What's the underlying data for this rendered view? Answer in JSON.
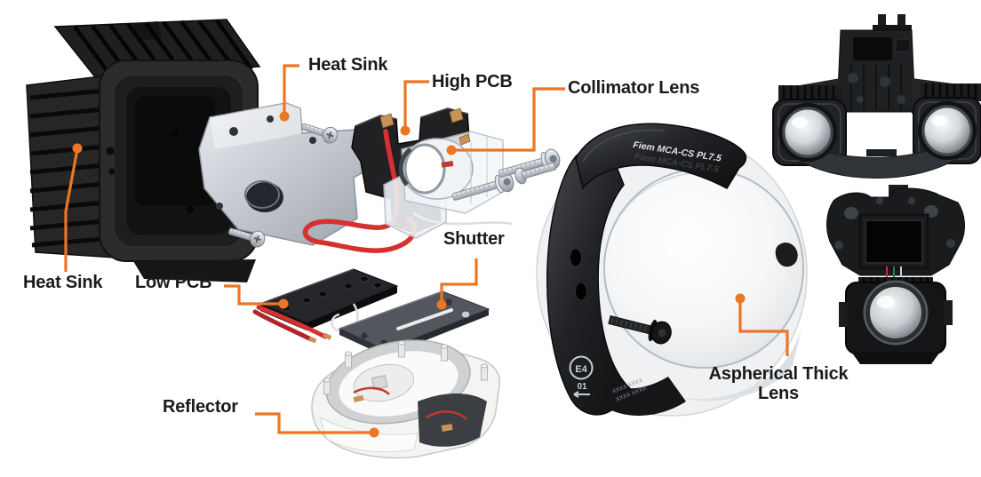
{
  "canvas": {
    "background": "#ffffff"
  },
  "labels": {
    "heat_sink_top": "Heat Sink",
    "high_pcb": "High PCB",
    "collimator_lens": "Collimator Lens",
    "shutter": "Shutter",
    "heat_sink_left": "Heat Sink",
    "low_pcb": "Low PCB",
    "reflector": "Reflector",
    "aspherical_line1": "Aspherical Thick",
    "aspherical_line2": "Lens"
  },
  "module_markings": {
    "brand_text": "Fiem MCA-CS PL7.5",
    "ece_mark": "E4",
    "approval_number": "01",
    "serial_text": "XXXX XXXX"
  },
  "colors": {
    "callout_orange": "#EC7623",
    "label_text": "#1A1A1A"
  }
}
